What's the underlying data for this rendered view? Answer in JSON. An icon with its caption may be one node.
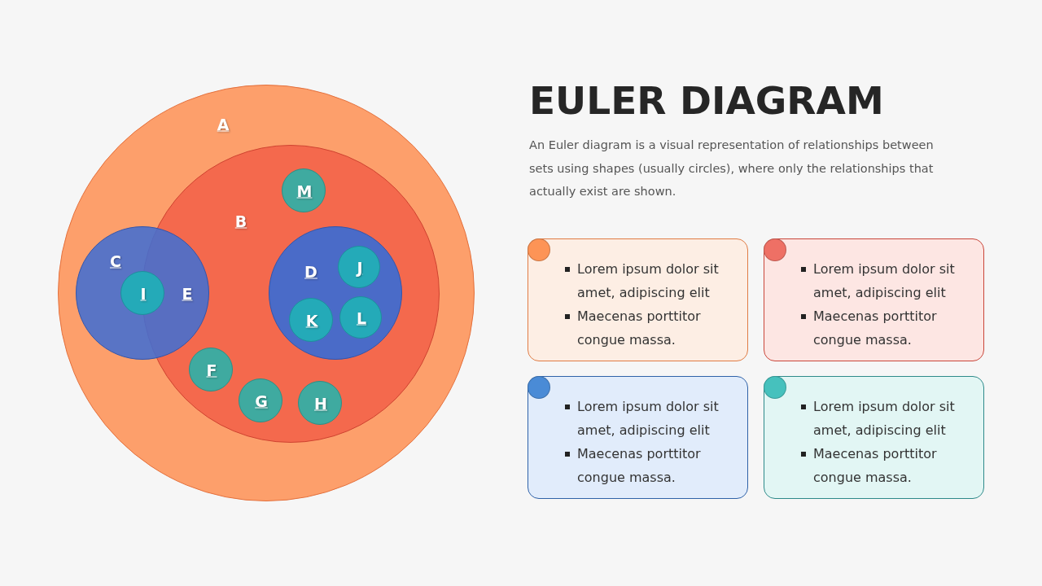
{
  "diagram": {
    "title": "EULER DIAGRAM",
    "nodes": [
      {
        "text": [
          "A"
        ]
      },
      {
        "text": [
          "B"
        ],
        "in": 0
      },
      {
        "text": [
          "M"
        ],
        "in": 1
      },
      {
        "text": [
          "C",
          "E"
        ],
        "in": 0
      },
      {
        "text": [
          "I"
        ],
        "in": 3
      },
      {
        "text": [
          "D"
        ],
        "in": 1
      },
      {
        "text": [
          "J"
        ],
        "in": 5
      },
      {
        "text": [
          "K"
        ],
        "in": 5
      },
      {
        "text": [
          "L"
        ],
        "in": 5
      },
      {
        "text": [
          "F"
        ],
        "in": 1
      },
      {
        "text": [
          "G"
        ],
        "in": 1
      },
      {
        "text": [
          "H"
        ],
        "in": 1
      },
      {
        "text": [
          "Lorem ipsum dolor sit amet, adipiscing elit",
          "Maecenas porttitor congue massa."
        ]
      },
      {
        "text": [
          "Lorem ipsum dolor sit amet, adipiscing elit",
          "Maecenas porttitor congue massa."
        ]
      },
      {
        "text": [
          "Lorem ipsum dolor sit amet, adipiscing elit",
          "Maecenas porttitor congue massa."
        ]
      },
      {
        "text": [
          "Lorem ipsum dolor sit amet, adipiscing elit",
          "Maecenas porttitor congue massa."
        ]
      }
    ],
    "labels": [
      "An Euler diagram is a visual representation of relationships between sets using shapes (usually circles), where only the relationships that actually exist are shown."
    ]
  }
}
